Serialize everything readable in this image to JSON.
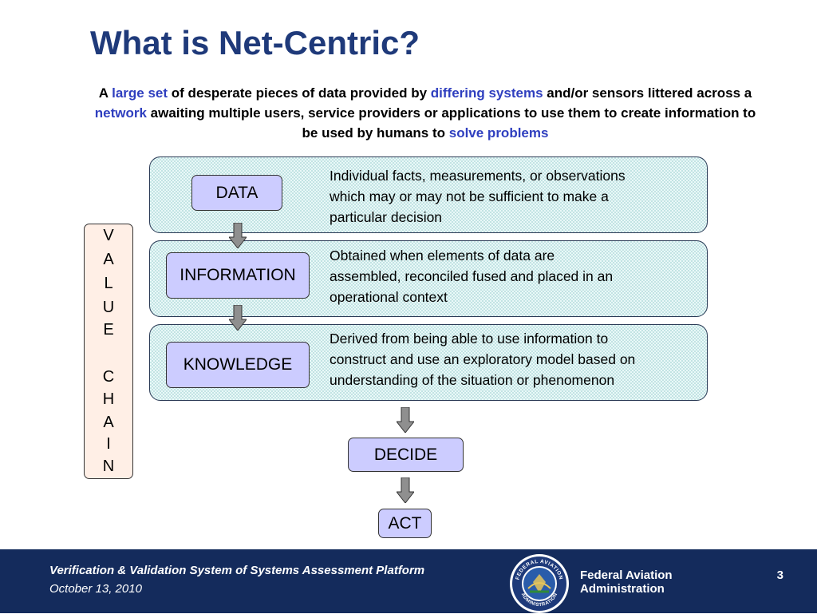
{
  "slide": {
    "title": "What is Net-Centric?",
    "intro": {
      "p1": "A ",
      "h1": "large set",
      "p2": " of desperate pieces of data provided by ",
      "h2": "differing systems",
      "p3": " and/or sensors littered across a ",
      "h3": "network",
      "p4": " awaiting multiple users, service providers or applications to use them to create information to be used by humans to ",
      "h4": "solve problems",
      "highlight_color": "#2f3fbf"
    },
    "levels": [
      {
        "label": "DATA",
        "lines": [
          "Individual facts, measurements, or observations",
          "which may or may not be sufficient to make a",
          "particular decision"
        ]
      },
      {
        "label": "INFORMATION",
        "lines": [
          "Obtained when elements of data are",
          "assembled, reconciled fused and placed in an",
          "operational context"
        ]
      },
      {
        "label": "KNOWLEDGE",
        "lines": [
          "Derived from being able to use information to",
          "construct and use an exploratory model based on",
          "understanding of the situation or phenomenon"
        ]
      }
    ],
    "decide_label": "DECIDE",
    "act_label": "ACT",
    "value_chain_letters": [
      "V",
      "A",
      "L",
      "U",
      "E",
      "C",
      "H",
      "A",
      "I",
      "N"
    ],
    "colors": {
      "title": "#1f3a7a",
      "box_fill": "#ccccff",
      "band_fill": "#e9f8f8",
      "chain_fill": "#ffefe6",
      "footer": "#142b5c"
    }
  },
  "footer": {
    "title": "Verification & Validation System of Systems Assessment Platform",
    "date": "October 13, 2010",
    "agency_line1": "Federal Aviation",
    "agency_line2": "Administration",
    "page_number": "3",
    "seal_text_top": "FEDERAL AVIATION",
    "seal_text_bottom": "ADMINISTRATION"
  }
}
